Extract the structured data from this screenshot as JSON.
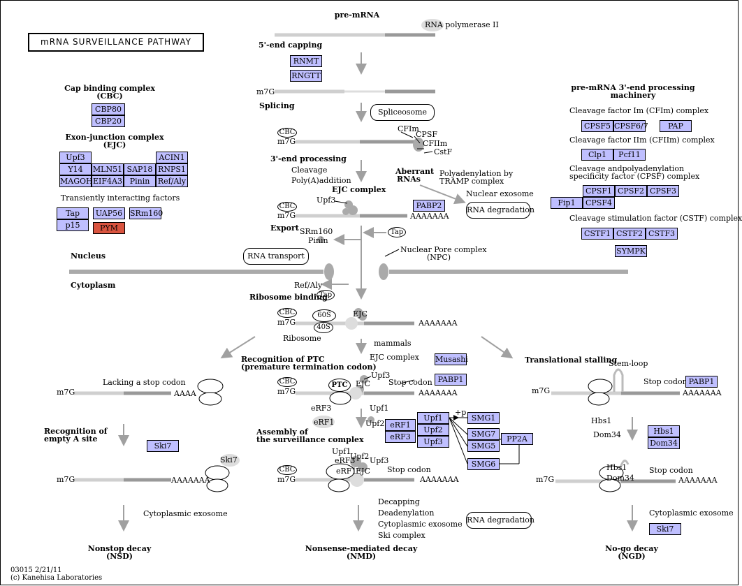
{
  "title": "mRNA SURVEILLANCE PATHWAY",
  "footer": {
    "id": "03015 2/21/11",
    "copyright": "(c) Kanehisa Laboratories"
  },
  "colors": {
    "gene_box": "#bfbfff",
    "highlight_box": "#d9543f",
    "line_gray": "#a0a0a0",
    "particle_gray": "#aaaaaa"
  },
  "labels": {
    "pre_mrna": "pre-mRNA",
    "rna_pol": "RNA polymerase II",
    "capping": "5'-end capping",
    "m7g": "m7G",
    "splicing": "Splicing",
    "spliceosome": "Spliceosome",
    "cfim": "CFIm",
    "cpsf": "CPSF",
    "cfiim": "CFIIm",
    "cstf": "CstF",
    "cbc": "CBC",
    "end3": "3'-end processing",
    "cleavage": "Cleavage",
    "polya": "Poly(A)addition",
    "aberrant": "Aberrant",
    "rnas": "RNAs",
    "polyad_by": "Polyadenylation by",
    "tramp": "TRAMP complex",
    "nuc_exosome": "Nuclear exosome",
    "ejc_complex": "EJC complex",
    "upf3": "Upf3",
    "aaaaaaa": "AAAAAAA",
    "rna_deg": "RNA degradation",
    "export": "Export",
    "srm160": "SRm160",
    "pinin": "Pinin",
    "tap": "Tap",
    "npc1": "Nuclear Pore complex",
    "npc2": "(NPC)",
    "rna_transport": "RNA transport",
    "nucleus": "Nucleus",
    "cytoplasm": "Cytoplasm",
    "refaly": "Ref/Aly",
    "ribosome_binding": "Ribosome binding",
    "s60": "60S",
    "s40": "40S",
    "ejc": "EJC",
    "ribosome": "Ribosome",
    "mammals": "mammals",
    "ejc_complex2": "EJC complex",
    "recog_ptc1": "Recognition of PTC",
    "recog_ptc2": "(premature termination codon)",
    "ptc": "PTC",
    "stop_codon": "Stop codon",
    "trans_stall": "Translational stalling",
    "stem_loop": "Stem-loop",
    "lacking": "Lacking a stop codon",
    "aaaa": "AAAA",
    "erf3": "eRF3",
    "erf1": "eRF1",
    "upf1": "Upf1",
    "upf2": "Upf2",
    "p": "+p",
    "recog_a1": "Recognition of",
    "recog_a2": "empty A site",
    "assembly1": "Assembly of",
    "assembly2": "the surveillance complex",
    "hbs1": "Hbs1",
    "dom34": "Dom34",
    "ski7": "Ski7",
    "cyt_exo": "Cytoplasmic exosome",
    "decapping": "Decapping",
    "deadenylation": "Deadenylation",
    "cyt_exo2": "Cytoplasmic exosome",
    "ski_complex": "Ski complex",
    "nsd1": "Nonstop decay",
    "nsd2": "(NSD)",
    "nmd1": "Nonsense-mediated decay",
    "nmd2": "(NMD)",
    "ngd1": "No-go decay",
    "ngd2": "(NGD)",
    "cbc_head1": "Cap binding complex",
    "cbc_head2": "(CBC)",
    "ejc_head1": "Exon-junction complex",
    "ejc_head2": "(EJC)",
    "trans_inter": "Transiently interacting factors",
    "pre3_1": "pre-mRNA 3'-end processing",
    "pre3_2": "machinery",
    "cfim_c": "Cleavage factor Im (CFIm) complex",
    "cfiim_c": "Cleavage factor IIm (CFIIm) complex",
    "cpsf_c1": "Cleavage andpolyadenylation",
    "cpsf_c2": "specificity factor (CPSF) complex",
    "cstf_c": "Cleavage stimulation factor (CSTF) complex"
  },
  "genes": {
    "rnmt": "RNMT",
    "rngtt": "RNGTT",
    "cbp80": "CBP80",
    "cbp20": "CBP20",
    "upf3": "Upf3",
    "acin1": "ACIN1",
    "y14": "Y14",
    "mln51": "MLN51",
    "sap18": "SAP18",
    "rnps1": "RNPS1",
    "magoh": "MAGOH",
    "eif4a3": "EIF4A3",
    "pinin": "Pinin",
    "refaly": "Ref/Aly",
    "tap": "Tap",
    "uap56": "UAP56",
    "srm160": "SRm160",
    "p15": "p15",
    "pym": "PYM",
    "cpsf5": "CPSF5",
    "cpsf67": "CPSF6/7",
    "pap": "PAP",
    "clp1": "Clp1",
    "pcf11": "Pcf11",
    "cpsf1": "CPSF1",
    "cpsf2": "CPSF2",
    "cpsf3": "CPSF3",
    "fip1": "Fip1",
    "cpsf4": "CPSF4",
    "cstf1": "CSTF1",
    "cstf2": "CSTF2",
    "cstf3": "CSTF3",
    "sympk": "SYMPK",
    "pabp2": "PABP2",
    "musashi": "Musashi",
    "pabp1a": "PABP1",
    "pabp1b": "PABP1",
    "upf1": "Upf1",
    "upf2": "Upf2",
    "upf3b": "Upf3",
    "erf1": "eRF1",
    "erf3": "eRF3",
    "smg1": "SMG1",
    "smg7": "SMG7",
    "smg5": "SMG5",
    "smg6": "SMG6",
    "pp2a": "PP2A",
    "ski7a": "Ski7",
    "ski7b": "Ski7",
    "hbs1": "Hbs1",
    "dom34": "Dom34"
  }
}
